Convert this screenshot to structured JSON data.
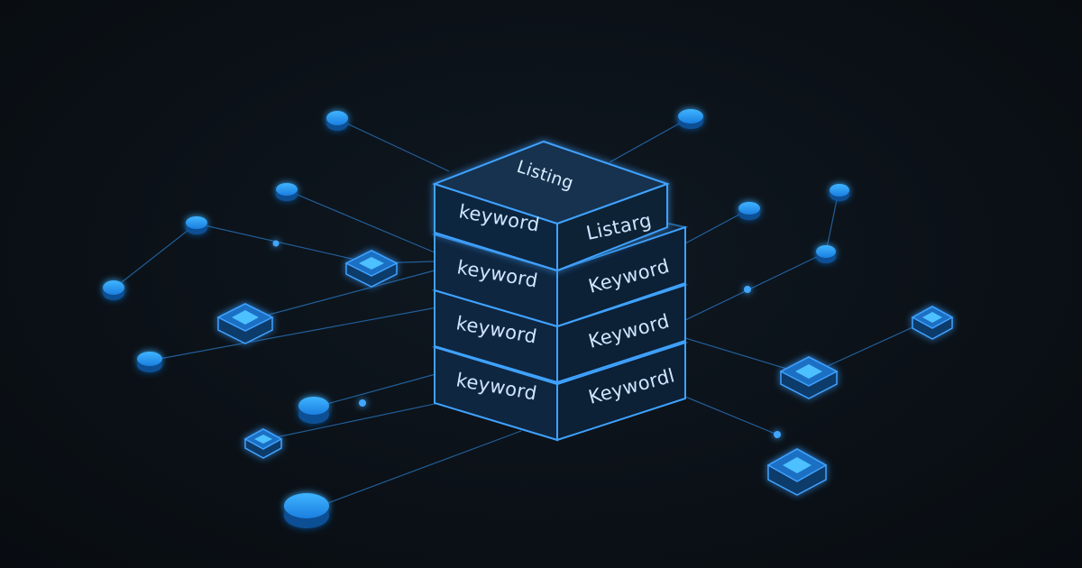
{
  "accent_color": "#3fa2ff",
  "background_color": "#0b1117",
  "stack": {
    "top_label": "Listing",
    "layers": [
      {
        "left_label": "keyword",
        "right_label": "Listarg"
      },
      {
        "left_label": "keyword",
        "right_label": "Keyword"
      },
      {
        "left_label": "keyword",
        "right_label": "Keyword"
      },
      {
        "left_label": "keyword",
        "right_label": "Keywordl"
      }
    ]
  },
  "node_icons": [
    "round-node-icon",
    "square-node-icon",
    "small-dot-icon"
  ]
}
